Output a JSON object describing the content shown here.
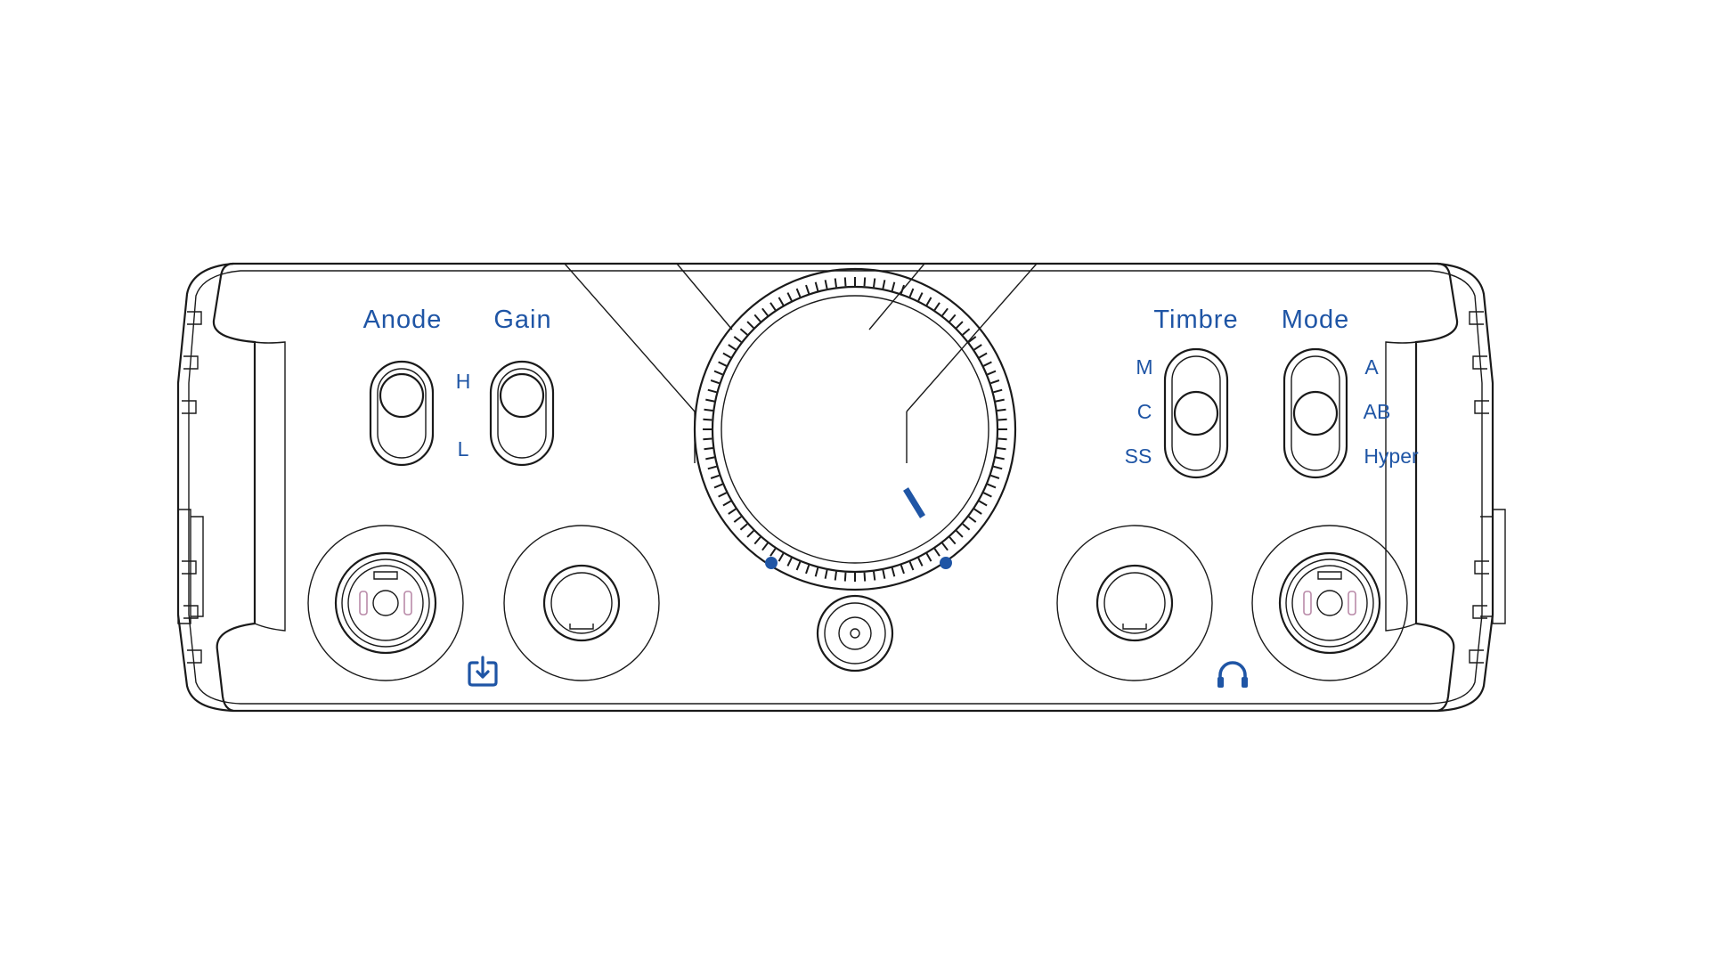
{
  "controls": {
    "anode": {
      "label": "Anode",
      "positions": [
        "H",
        "L"
      ]
    },
    "gain": {
      "label": "Gain"
    },
    "timbre": {
      "label": "Timbre",
      "positions": [
        "M",
        "C",
        "SS"
      ]
    },
    "mode": {
      "label": "Mode",
      "positions": [
        "A",
        "AB",
        "Hyper"
      ]
    }
  },
  "icons": {
    "input": "input-icon",
    "headphones": "headphones-icon"
  },
  "colors": {
    "label": "#1f55a5",
    "line": "#1a1a1a",
    "xlr_accent": "#b98aa8"
  },
  "knob": {
    "ticks": 96
  }
}
